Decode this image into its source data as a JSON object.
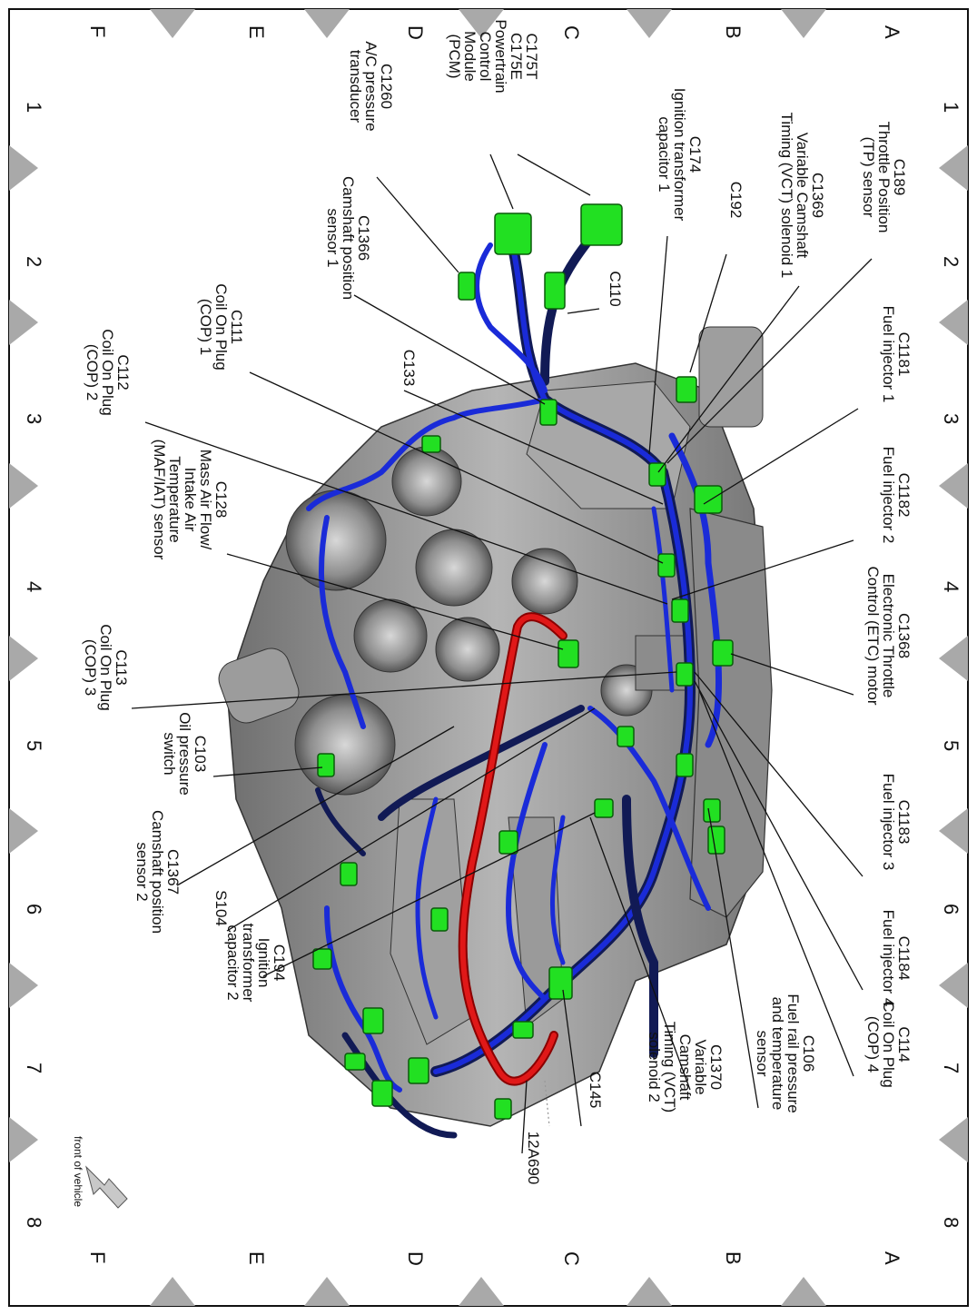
{
  "grid": {
    "numbers": [
      "1",
      "2",
      "3",
      "4",
      "5",
      "6",
      "7",
      "8"
    ],
    "letters": [
      "A",
      "B",
      "C",
      "D",
      "E",
      "F"
    ]
  },
  "colors": {
    "harness": "#1a2bd8",
    "harness_dark": "#111a55",
    "battery_cable": "#e01818",
    "connector": "#22e022",
    "engine": "#9a9a9a",
    "frame": "#a0a0a0"
  },
  "labels": {
    "c189": "C189|Throttle Position|(TP) sensor",
    "c1369": "C1369|Variable Camshaft|Timing (VCT) solenoid 1",
    "c192": "C192",
    "c174": "C174|Ignition transformer|capacitor 1",
    "c175": "C175T|C175E|Powertrain|Control|Module|(PCM)",
    "c1260": "C1260|A/C pressure|transducer",
    "c110": "C110",
    "c1366": "C1366|Camshaft position|sensor 1",
    "c1181": "C1181|Fuel injector 1",
    "c133": "C133",
    "c111": "C111|Coil On Plug|(COP) 1",
    "c112": "C112|Coil On Plug|(COP) 2",
    "c1182": "C1182|Fuel injector 2",
    "c128": "C128|Mass Air Flow/|Intake Air|Temperature|(MAF/IAT) sensor",
    "c1368": "C1368|Electronic Throttle|Control (ETC) motor",
    "c113": "C113|Coil On Plug|(COP) 3",
    "c103": "C103|Oil pressure|switch",
    "c1183": "C1183|Fuel injector 3",
    "c1367": "C1367|Camshaft position|sensor 2",
    "s104": "S104",
    "c194": "C194|Ignition|transformer|capacitor 2",
    "c1184": "C1184|Fuel injector 4",
    "c114": "C114|Coil On Plug|(COP) 4",
    "c106": "C106|Fuel rail pressure|and temperature|sensor",
    "c1370": "C1370|Variable|Camshaft|Timing (VCT)|solenoid 2",
    "c145": "C145",
    "12a690": "12A690",
    "front_of_vehicle": "front of vehicle"
  }
}
